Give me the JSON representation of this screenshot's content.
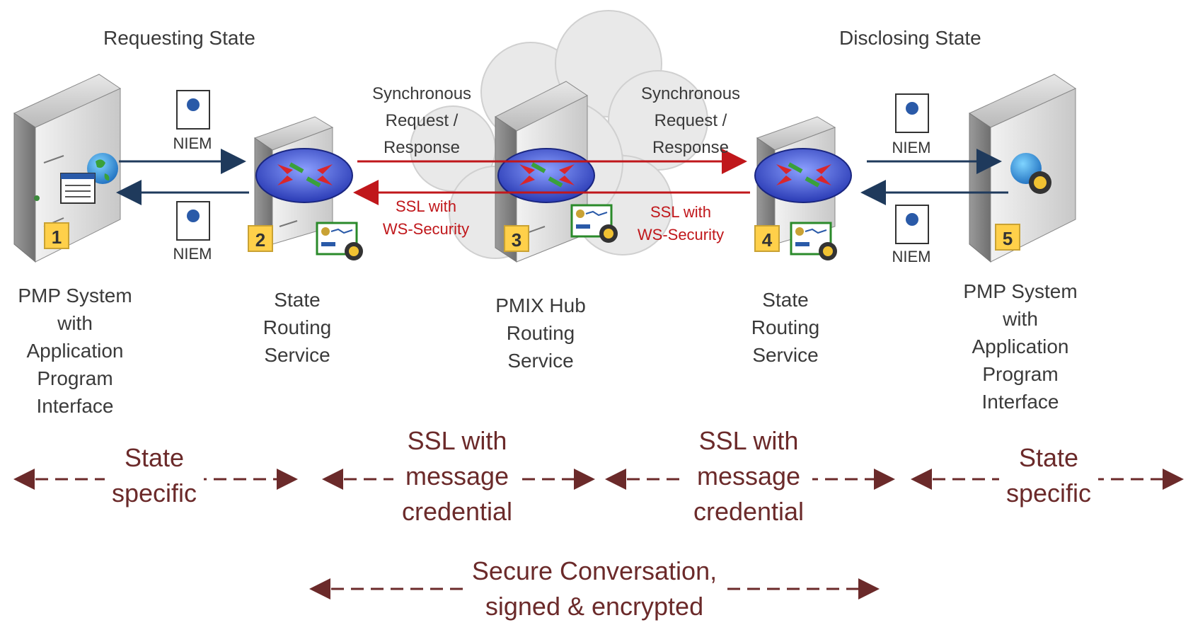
{
  "regions": {
    "left": "Requesting State",
    "right": "Disclosing State"
  },
  "nodes": [
    {
      "id": "1",
      "label": [
        "PMP System",
        "with",
        "Application",
        "Program",
        "Interface"
      ]
    },
    {
      "id": "2",
      "label": [
        "State",
        "Routing",
        "Service"
      ]
    },
    {
      "id": "3",
      "label": [
        "PMIX Hub",
        "Routing",
        "Service"
      ]
    },
    {
      "id": "4",
      "label": [
        "State",
        "Routing",
        "Service"
      ]
    },
    {
      "id": "5",
      "label": [
        "PMP System",
        "with",
        "Application",
        "Program",
        "Interface"
      ]
    }
  ],
  "message_format": "NIEM",
  "links": {
    "sync_left": [
      "Synchronous",
      "Request /",
      "Response"
    ],
    "sync_right": [
      "Synchronous",
      "Request /",
      "Response"
    ],
    "ssl_left": [
      "SSL with",
      "WS-Security"
    ],
    "ssl_right": [
      "SSL with",
      "WS-Security"
    ]
  },
  "scopes": [
    {
      "label": [
        "State",
        "specific"
      ]
    },
    {
      "label": [
        "SSL with",
        "message",
        "credential"
      ]
    },
    {
      "label": [
        "SSL with",
        "message",
        "credential"
      ]
    },
    {
      "label": [
        "State",
        "specific"
      ]
    }
  ],
  "conversation": [
    "Secure Conversation,",
    "signed & encrypted"
  ],
  "colors": {
    "text": "#3a3a3a",
    "navy_arrow": "#1f3a5c",
    "red_arrow": "#c0171b",
    "scope_arrow": "#6b2a2a",
    "badge": "#ffd04a"
  }
}
